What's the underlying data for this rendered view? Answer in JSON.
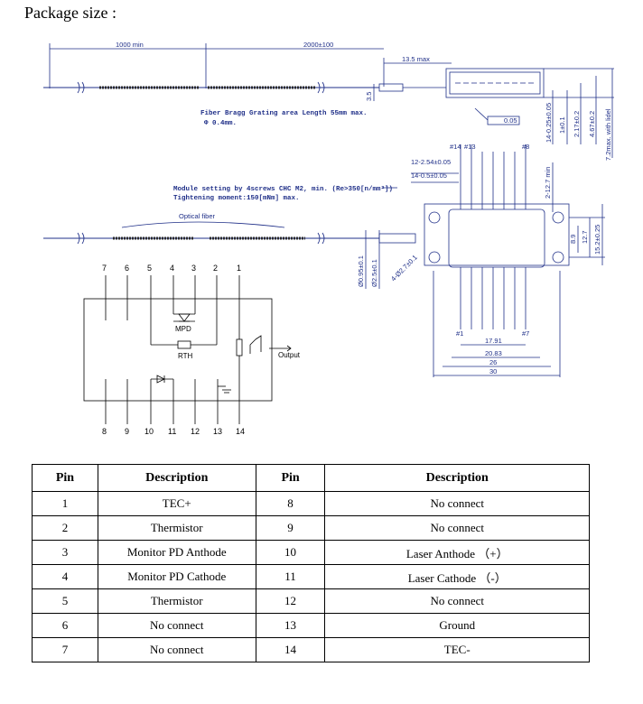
{
  "heading": "Package size :",
  "drawing": {
    "top_dims": [
      "1000 min",
      "2000±100",
      "13.5 max",
      "3.5",
      "0.05"
    ],
    "fbg_note": [
      "Fiber Bragg Grating area Length 55mm max.",
      "Φ 0.4mm."
    ],
    "module_note": [
      "Module setting by 4screws CHC M2, min. (Re>350[n/mm²])",
      "Tightening moment:150[mNm] max."
    ],
    "optical_fiber": "Optical fiber",
    "pin_marks_top": [
      "#14",
      "#13",
      "#8"
    ],
    "pin_marks_bottom": [
      "#1",
      "#7"
    ],
    "side_dims": [
      "12-2.54±0.05",
      "14-0.5±0.05",
      "2-12.7 min",
      "8.9",
      "12.7",
      "15.2±0.25",
      "Ø0.95±0.1",
      "Ø2.5±0.1",
      "4-Ø2.7±0.1"
    ],
    "right_dims": [
      "14-0.25±0.05",
      "1±0.1",
      "2.17±0.2",
      "4.67±0.2",
      "7.2max. with lidel"
    ],
    "bottom_dims": [
      "17.91",
      "20.83",
      "26",
      "30"
    ]
  },
  "schematic": {
    "top_pins": [
      "7",
      "6",
      "5",
      "4",
      "3",
      "2",
      "1"
    ],
    "bottom_pins": [
      "8",
      "9",
      "10",
      "11",
      "12",
      "13",
      "14"
    ],
    "mpd_label": "MPD",
    "rth_label": "RTH",
    "output_label": "Output"
  },
  "table": {
    "headers": [
      "Pin",
      "Description",
      "Pin",
      "Description"
    ],
    "rows": [
      {
        "pin_a": "1",
        "desc_a": "TEC+",
        "pin_b": "8",
        "desc_b": "No connect"
      },
      {
        "pin_a": "2",
        "desc_a": "Thermistor",
        "pin_b": "9",
        "desc_b": "No connect"
      },
      {
        "pin_a": "3",
        "desc_a": "Monitor PD Anthode",
        "pin_b": "10",
        "desc_b": "Laser Anthode （+）"
      },
      {
        "pin_a": "4",
        "desc_a": "Monitor PD Cathode",
        "pin_b": "11",
        "desc_b": "Laser Cathode （-）"
      },
      {
        "pin_a": "5",
        "desc_a": "Thermistor",
        "pin_b": "12",
        "desc_b": "No connect"
      },
      {
        "pin_a": "6",
        "desc_a": "No connect",
        "pin_b": "13",
        "desc_b": "Ground"
      },
      {
        "pin_a": "7",
        "desc_a": "No connect",
        "pin_b": "14",
        "desc_b": "TEC-"
      }
    ]
  }
}
